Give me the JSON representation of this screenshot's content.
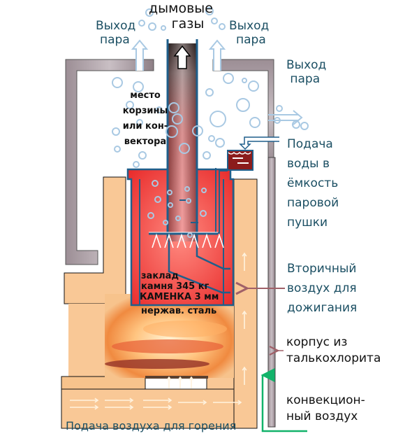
{
  "title_labels": {
    "flue_gas": [
      "дымовые",
      "газы"
    ],
    "steam_out_left": [
      "Выход",
      "пара"
    ],
    "steam_out_center": [
      "Выход",
      "пара"
    ],
    "steam_out_right": [
      "Выход",
      " пара"
    ]
  },
  "inner_labels": {
    "basket_place": [
      "место",
      "корзины",
      "или кон-",
      "вектора"
    ],
    "stone_load": [
      "заклад",
      "камня 345 кг",
      "КАМЕНКА 3 мм",
      "нержав. сталь"
    ]
  },
  "side_labels": {
    "water_supply": [
      "Подача",
      "воды в",
      "ёмкость",
      "паровой",
      "пушки"
    ],
    "secondary_air": [
      "Вторичный",
      "воздух для",
      "дожигания"
    ],
    "body_material": [
      "корпус из",
      "талькохлорита"
    ],
    "convection_air": [
      "конвекцион-",
      "ный воздух"
    ]
  },
  "bottom_label": "Подача воздуха для горения",
  "colors": {
    "label_teal": "#1b4f63",
    "steel_blue": "#1f5f8b",
    "bubble": "#a9c9e3",
    "firebrick": "#f7c38c",
    "heater_red": "#ef3b3b",
    "stone_wall": "#a89aa0",
    "convection_green": "#12b36a",
    "arrow_maroon": "#a06068"
  }
}
